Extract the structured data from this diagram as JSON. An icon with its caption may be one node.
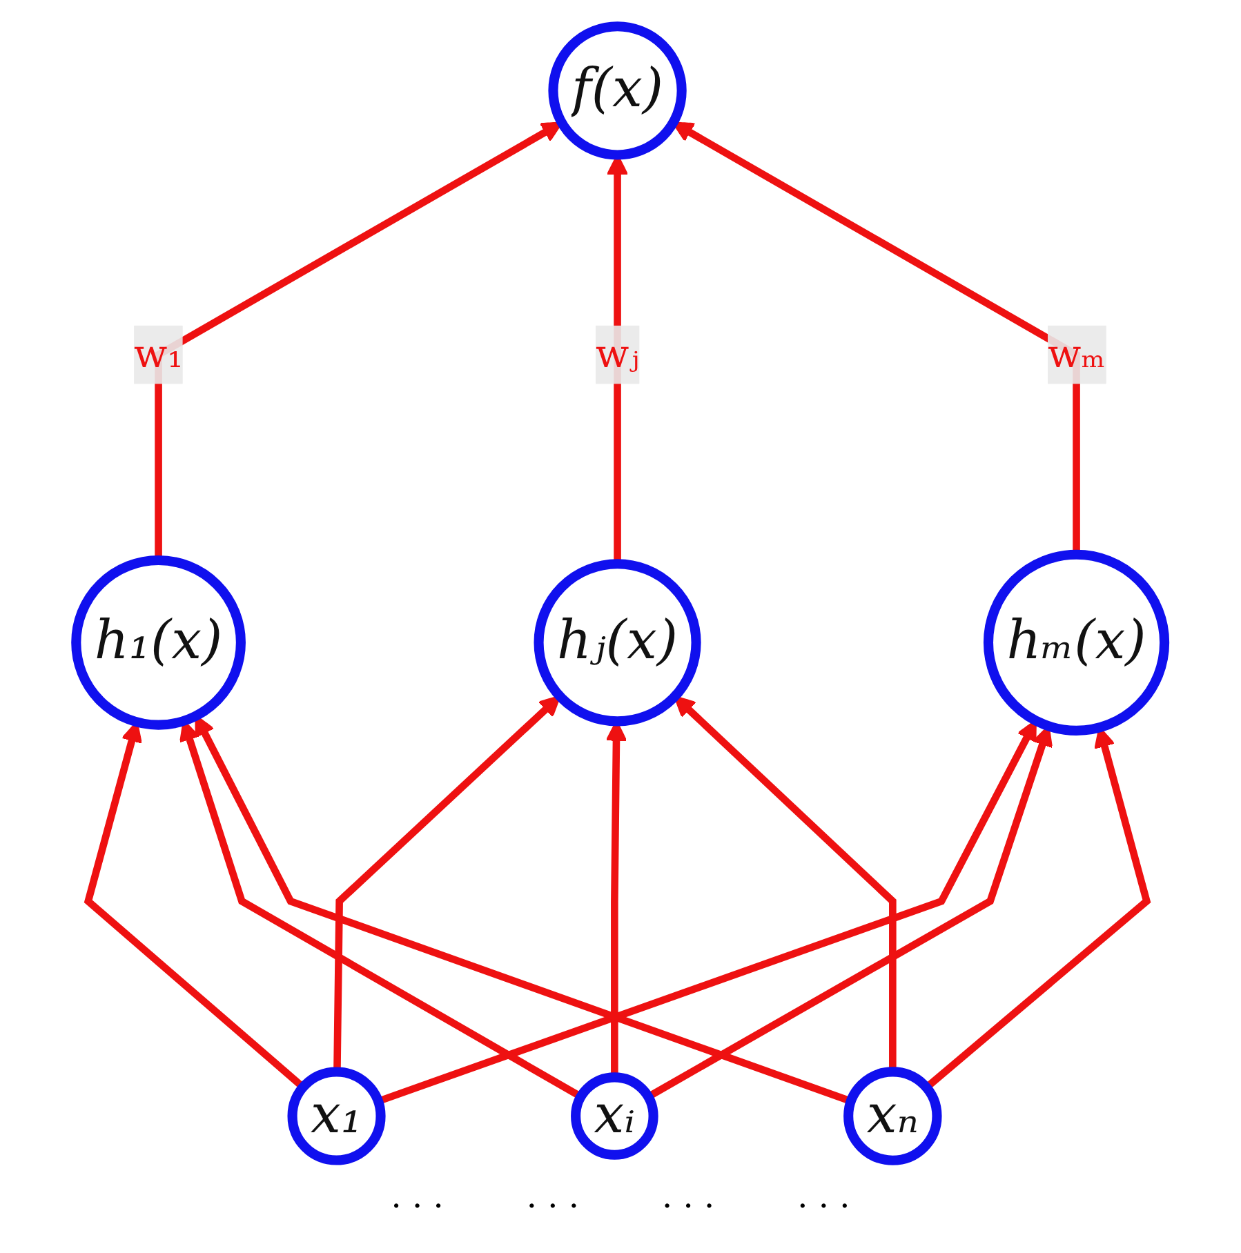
{
  "diagram": {
    "nodes": [
      {
        "text": [
          "f(x)"
        ]
      },
      {
        "text": [
          "h₁(x)"
        ]
      },
      {
        "text": [
          "hⱼ(x)"
        ]
      },
      {
        "text": [
          "hₘ(x)"
        ]
      },
      {
        "text": [
          "x₁"
        ]
      },
      {
        "text": [
          "xᵢ"
        ]
      },
      {
        "text": [
          "xₙ"
        ]
      }
    ],
    "edges": [
      {
        "from": 1,
        "to": 0,
        "arrow": "to",
        "label": "w₁"
      },
      {
        "from": 2,
        "to": 0,
        "arrow": "to",
        "label": "wⱼ"
      },
      {
        "from": 3,
        "to": 0,
        "arrow": "to",
        "label": "wₘ"
      },
      {
        "from": 4,
        "to": 1,
        "arrow": "to"
      },
      {
        "from": 4,
        "to": 2,
        "arrow": "to"
      },
      {
        "from": 4,
        "to": 3,
        "arrow": "to"
      },
      {
        "from": 5,
        "to": 1,
        "arrow": "to"
      },
      {
        "from": 5,
        "to": 2,
        "arrow": "to"
      },
      {
        "from": 5,
        "to": 3,
        "arrow": "to"
      },
      {
        "from": 6,
        "to": 1,
        "arrow": "to"
      },
      {
        "from": 6,
        "to": 2,
        "arrow": "to"
      },
      {
        "from": 6,
        "to": 3,
        "arrow": "to"
      }
    ],
    "labels": [
      "· · ·",
      "· · ·",
      "· · ·",
      "· · ·"
    ]
  }
}
